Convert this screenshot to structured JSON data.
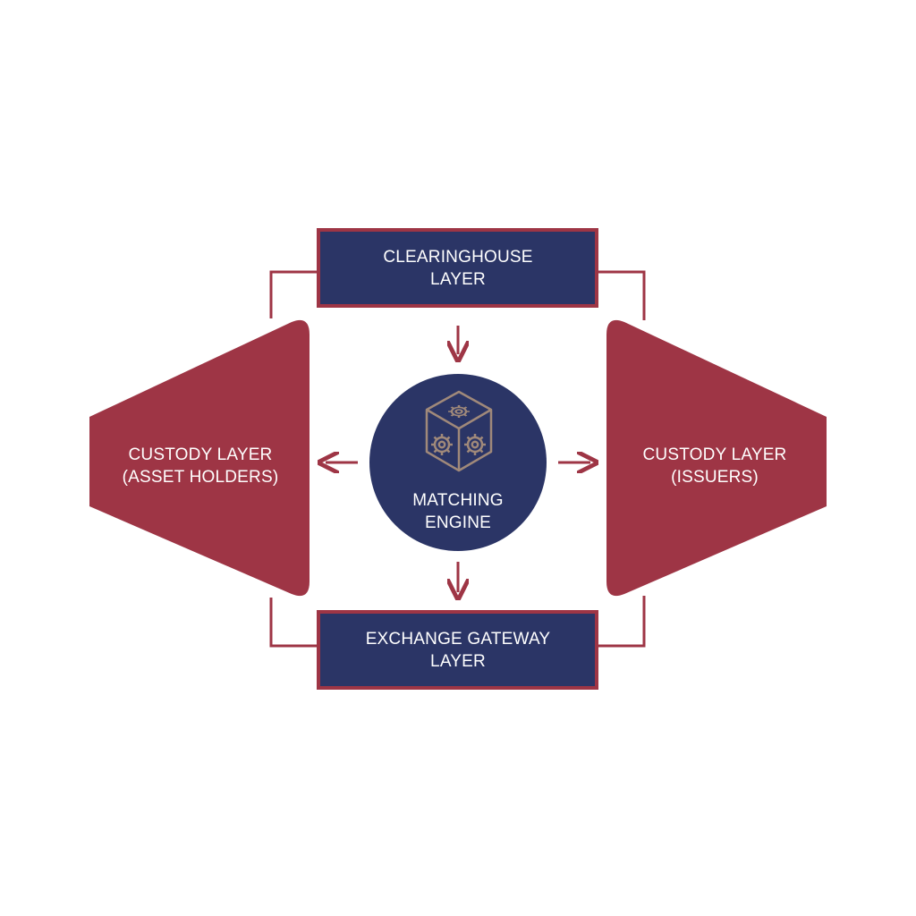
{
  "diagram": {
    "clearinghouse": {
      "line1": "CLEARINGHOUSE",
      "line2": "LAYER"
    },
    "exchange_gateway": {
      "line1": "EXCHANGE GATEWAY",
      "line2": "LAYER"
    },
    "matching_engine": {
      "line1": "MATCHING",
      "line2": "ENGINE",
      "icon": "gears-cube-icon"
    },
    "custody_left": {
      "line1": "CUSTODY LAYER",
      "line2": "(ASSET HOLDERS)"
    },
    "custody_right": {
      "line1": "CUSTODY LAYER",
      "line2": "(ISSUERS)"
    }
  },
  "colors": {
    "navy": "#2b3566",
    "crimson": "#9e3545",
    "gear": "#a0897a",
    "background": "#ffffff"
  }
}
